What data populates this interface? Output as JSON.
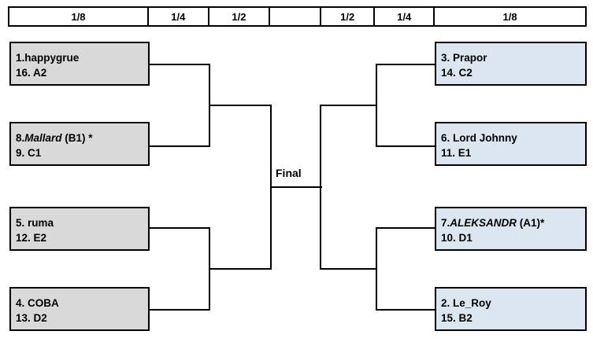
{
  "header": {
    "cells": [
      {
        "label": "1/8"
      },
      {
        "label": "1/4"
      },
      {
        "label": "1/2"
      },
      {
        "label": ""
      },
      {
        "label": "1/2"
      },
      {
        "label": "1/4"
      },
      {
        "label": "1/8"
      }
    ]
  },
  "final": {
    "label": "Final"
  },
  "colors": {
    "left_box_fill": "#d9d9d9",
    "right_box_fill": "#dce6f1",
    "border": "#000000",
    "text": "#000000",
    "page_background": "#ffffff"
  },
  "matches": {
    "left": [
      {
        "name": "match-left-1",
        "top_slot": {
          "seed": "1.",
          "player": "happygrue",
          "suffix": "",
          "italic": false,
          "raw": "1.happygrue"
        },
        "bottom_slot": {
          "seed": "16.",
          "player": "A2",
          "suffix": "",
          "italic": false,
          "raw": "16. A2"
        }
      },
      {
        "name": "match-left-2",
        "top_slot": {
          "seed": "8.",
          "player": "Mallard",
          "suffix": " (B1) *",
          "italic": true,
          "raw": "8.Mallard (B1) *"
        },
        "bottom_slot": {
          "seed": "9.",
          "player": "C1",
          "suffix": "",
          "italic": false,
          "raw": "9.  C1"
        }
      },
      {
        "name": "match-left-3",
        "top_slot": {
          "seed": "5.",
          "player": "ruma",
          "suffix": "",
          "italic": false,
          "raw": "5. ruma"
        },
        "bottom_slot": {
          "seed": "12.",
          "player": "E2",
          "suffix": "",
          "italic": false,
          "raw": "12. E2"
        }
      },
      {
        "name": "match-left-4",
        "top_slot": {
          "seed": "4.",
          "player": "COBA",
          "suffix": "",
          "italic": false,
          "raw": "4. COBA"
        },
        "bottom_slot": {
          "seed": "13.",
          "player": "D2",
          "suffix": "",
          "italic": false,
          "raw": "13. D2"
        }
      }
    ],
    "right": [
      {
        "name": "match-right-1",
        "top_slot": {
          "seed": "3.",
          "player": "Prapor",
          "suffix": "",
          "italic": false,
          "raw": "3. Prapor"
        },
        "bottom_slot": {
          "seed": "14.",
          "player": "C2",
          "suffix": "",
          "italic": false,
          "raw": "14. C2"
        }
      },
      {
        "name": "match-right-2",
        "top_slot": {
          "seed": "6.",
          "player": "Lord Johnny",
          "suffix": "",
          "italic": false,
          "raw": "6. Lord Johnny"
        },
        "bottom_slot": {
          "seed": "11.",
          "player": "E1",
          "suffix": "",
          "italic": false,
          "raw": "11. E1"
        }
      },
      {
        "name": "match-right-3",
        "top_slot": {
          "seed": "7.",
          "player": "ALEKSANDR",
          "suffix": " (A1)*",
          "italic": true,
          "raw": "7. ALEKSANDR (A1)*"
        },
        "bottom_slot": {
          "seed": "10.",
          "player": "D1",
          "suffix": "",
          "italic": false,
          "raw": "10. D1"
        }
      },
      {
        "name": "match-right-4",
        "top_slot": {
          "seed": "2.",
          "player": "Le_Roy",
          "suffix": "",
          "italic": false,
          "raw": "2. Le_Roy"
        },
        "bottom_slot": {
          "seed": "15.",
          "player": "B2",
          "suffix": "",
          "italic": false,
          "raw": "15. B2"
        }
      }
    ]
  }
}
